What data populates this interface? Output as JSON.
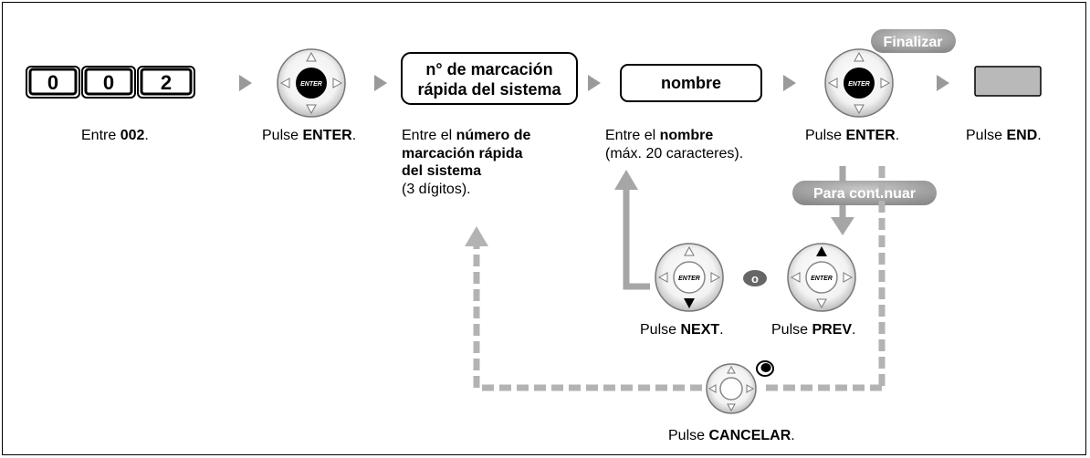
{
  "keys": [
    "0",
    "0",
    "2"
  ],
  "box_speed_dial": {
    "line1": "n° de marcación",
    "line2": "rápida del sistema"
  },
  "box_name": "nombre",
  "badge_finish": "Finalizar",
  "badge_continue": "Para continuar",
  "or_label": "o",
  "enter_key_text": "ENTER",
  "steps": {
    "enter_code": {
      "pre": "Entre ",
      "bold": "002",
      "post": "."
    },
    "press_enter_1": {
      "pre": "Pulse ",
      "bold": "ENTER",
      "post": "."
    },
    "enter_number": {
      "pre": "Entre el ",
      "bold1": "número de",
      "bold2": "marcación rápida",
      "bold3": "del sistema",
      "line4": "(3 dígitos)."
    },
    "enter_name": {
      "pre": "Entre el ",
      "bold": "nombre",
      "line2": "(máx. 20 caracteres)."
    },
    "press_enter_2": {
      "pre": "Pulse ",
      "bold": "ENTER",
      "post": "."
    },
    "press_end": {
      "pre": "Pulse ",
      "bold": "END",
      "post": "."
    },
    "press_next": {
      "pre": "Pulse ",
      "bold": "NEXT",
      "post": "."
    },
    "press_prev": {
      "pre": "Pulse ",
      "bold": "PREV",
      "post": "."
    },
    "press_cancel": {
      "pre": "Pulse ",
      "bold": "CANCELAR",
      "post": "."
    }
  }
}
